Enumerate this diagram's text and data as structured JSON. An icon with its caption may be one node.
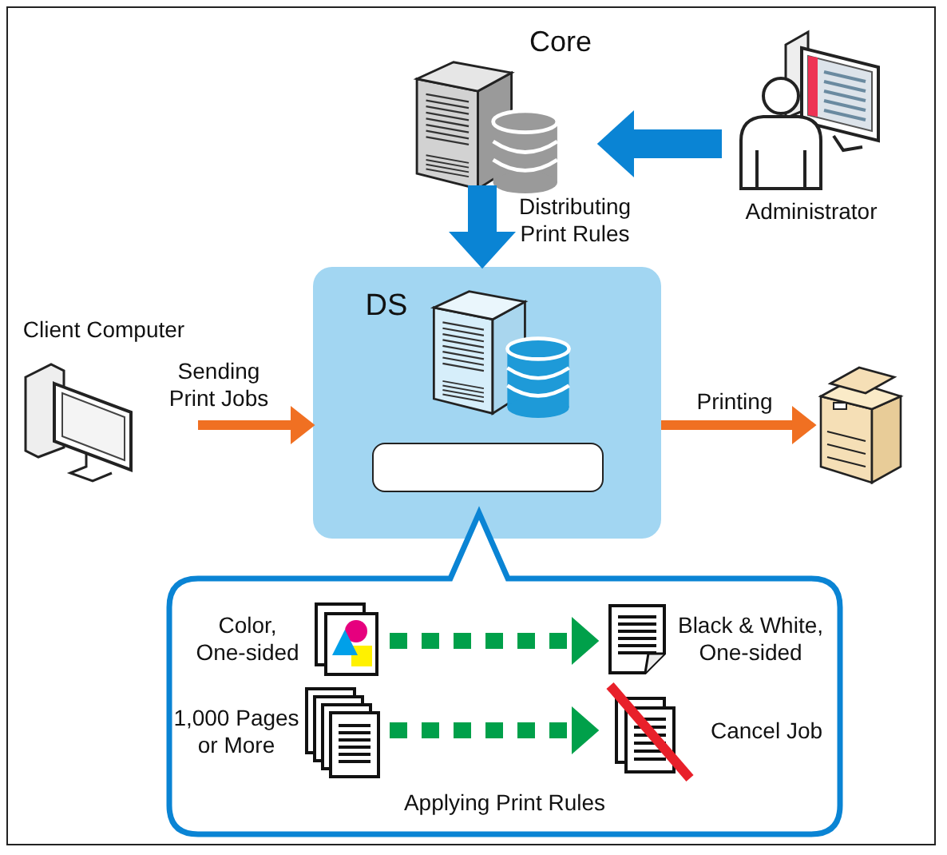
{
  "diagram": {
    "nodes": [
      {
        "text": [
          "Core"
        ]
      },
      {
        "text": [
          "Administrator"
        ]
      },
      {
        "text": [
          "DS"
        ]
      },
      {
        "text": [],
        "shape": "box",
        "in": 2
      },
      {
        "text": [
          "Client Computer"
        ]
      },
      {
        "text": [],
        "shape": "picture"
      },
      {
        "text": [
          "Applying Print Rules"
        ]
      },
      {
        "text": [
          "Color, One-sided"
        ],
        "in": 6
      },
      {
        "text": [
          "Black & White, One-sided"
        ],
        "in": 6
      },
      {
        "text": [
          "1,000 Pages or More"
        ],
        "in": 6
      },
      {
        "text": [
          "Cancel Job"
        ],
        "in": 6
      }
    ],
    "edges": [
      {
        "from": 1,
        "to": 0,
        "arrow": "to",
        "style": "thick",
        "color": "#0a84d4"
      },
      {
        "from": 0,
        "to": 2,
        "arrow": "to",
        "label": "Distributing Print Rules",
        "style": "thick",
        "color": "#0a84d4"
      },
      {
        "from": 4,
        "to": 2,
        "arrow": "to",
        "label": "Sending Print Jobs",
        "color": "#f07022"
      },
      {
        "from": 2,
        "to": 5,
        "arrow": "to",
        "label": "Printing",
        "color": "#f07022"
      },
      {
        "from": 7,
        "to": 8,
        "arrow": "to",
        "style": "dashed",
        "color": "#00a04a"
      },
      {
        "from": 9,
        "to": 10,
        "arrow": "to",
        "style": "dashed",
        "color": "#00a04a"
      }
    ]
  }
}
